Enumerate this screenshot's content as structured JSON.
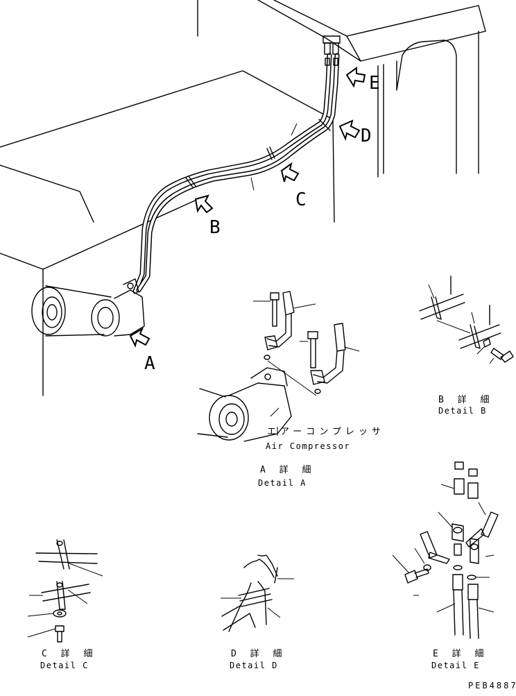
{
  "callouts": {
    "a": "A",
    "b": "B",
    "c": "C",
    "d": "D",
    "e": "E"
  },
  "details": {
    "a": {
      "jp": "A 詳 細",
      "en": "Detail A"
    },
    "b": {
      "jp": "B 詳 細",
      "en": "Detail B"
    },
    "c": {
      "jp": "C 詳 細",
      "en": "Detail C"
    },
    "d": {
      "jp": "D 詳 細",
      "en": "Detail D"
    },
    "e": {
      "jp": "E 詳 細",
      "en": "Detail E"
    }
  },
  "compressor": {
    "jp": "エアーコンプレッサ",
    "en": "Air Compressor"
  },
  "drawing_code": "PEB4887"
}
